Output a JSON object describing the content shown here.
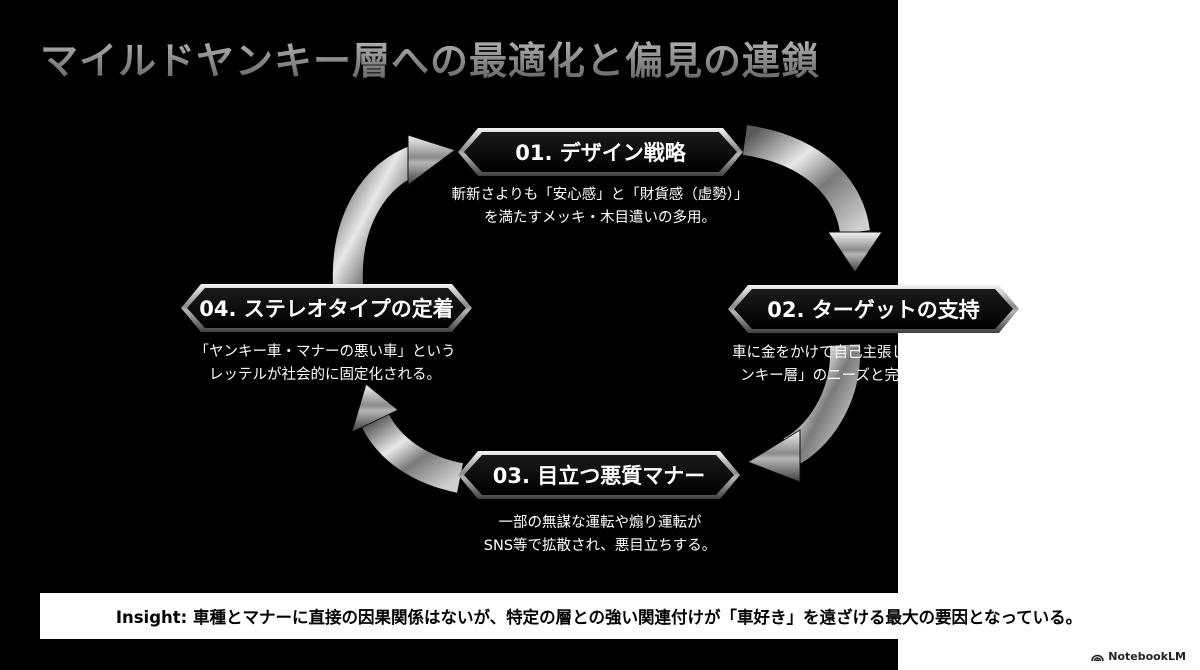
{
  "title": "マイルドヤンキー層への最適化と偏見の連鎖",
  "stages": [
    {
      "label": "01. デザイン戦略",
      "desc_line1": "斬新さよりも「安心感」と「財貨感（虚勢）」",
      "desc_line2": "を満たすメッキ・木目遣いの多用。"
    },
    {
      "label": "02. ターゲットの支持",
      "desc_line1": "車に金をかけて自己主張したい「マイルドヤ",
      "desc_line2": "ンキー層」のニーズと完全にマッチング。"
    },
    {
      "label": "03. 目立つ悪質マナー",
      "desc_line1": "一部の無謀な運転や煽り運転が",
      "desc_line2": "SNS等で拡散され、悪目立ちする。"
    },
    {
      "label": "04. ステレオタイプの定着",
      "desc_line1": "「ヤンキー車・マナーの悪い車」という",
      "desc_line2": "レッテルが社会的に固定化される。"
    }
  ],
  "insight": "Insight: 車種とマナーに直接の因果関係はないが、特定の層との強い関連付けが「車好き」を遠ざける最大の要因となっている。",
  "branding": {
    "name": "NotebookLM",
    "icon": "notebooklm-logo-icon"
  },
  "colors": {
    "background": "#000000",
    "panel": "#ffffff",
    "metal_light": "#f2f2f2",
    "metal_dark": "#3c3c3c"
  }
}
